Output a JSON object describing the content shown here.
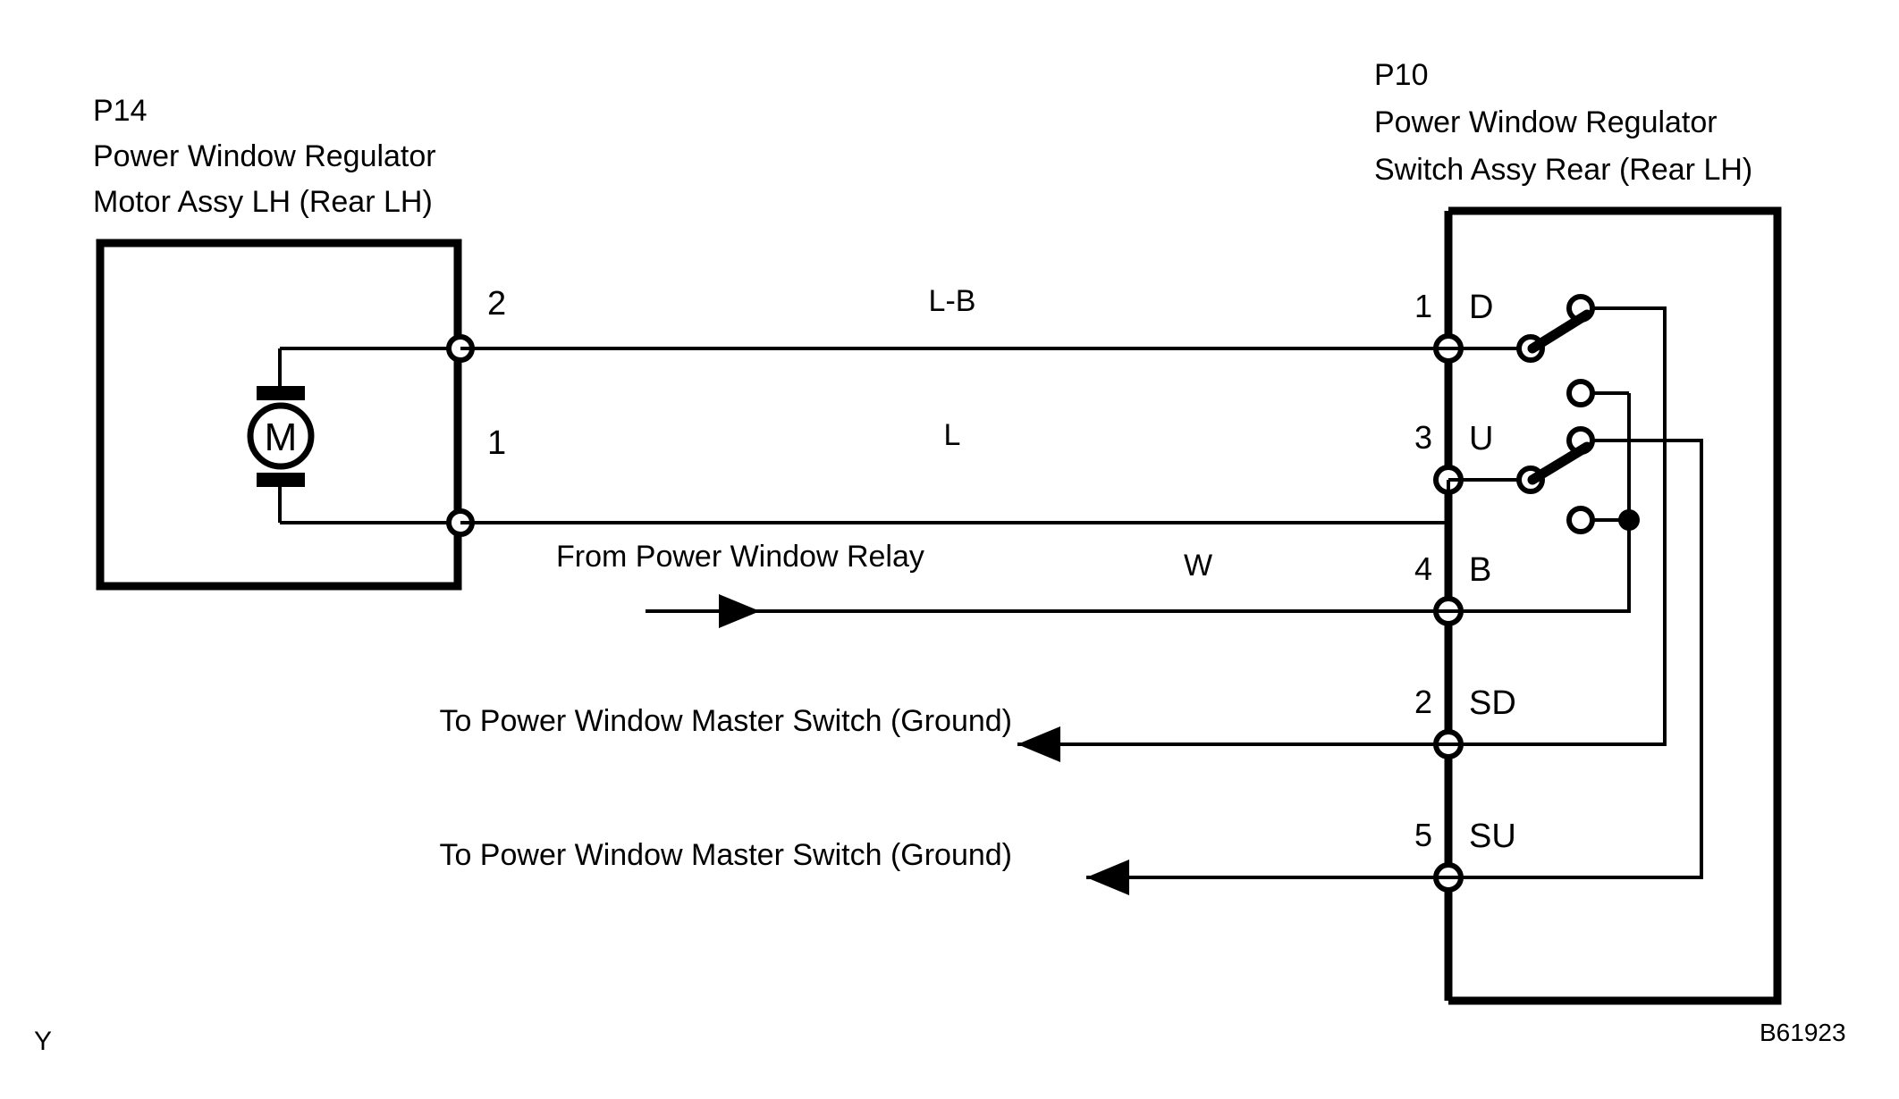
{
  "figure": {
    "id": "B61923",
    "sheet_code": "Y"
  },
  "components": {
    "motor": {
      "code": "P14",
      "name_line1": "Power Window Regulator",
      "name_line2": "Motor Assy LH (Rear LH)",
      "symbol": "M",
      "symbol_name": "dc-motor-symbol",
      "terminals": [
        {
          "number": "2",
          "label": ""
        },
        {
          "number": "1",
          "label": ""
        }
      ]
    },
    "switch": {
      "code": "P10",
      "name_line1": "Power Window Regulator",
      "name_line2": "Switch Assy Rear (Rear LH)",
      "terminals": [
        {
          "number": "1",
          "label": "D"
        },
        {
          "number": "3",
          "label": "U"
        },
        {
          "number": "4",
          "label": "B"
        },
        {
          "number": "2",
          "label": "SD"
        },
        {
          "number": "5",
          "label": "SU"
        }
      ]
    }
  },
  "wires": [
    {
      "label": "L-B",
      "from": "P14-2",
      "to": "P10-1"
    },
    {
      "label": "L",
      "from": "P14-1",
      "to": "P10-3"
    },
    {
      "label": "W",
      "from": "Power Window Relay",
      "to": "P10-4"
    }
  ],
  "references": [
    {
      "text": "From Power Window Relay",
      "direction": "in"
    },
    {
      "text": "To Power Window Master Switch (Ground)",
      "direction": "out"
    },
    {
      "text": "To Power Window Master Switch (Ground)",
      "direction": "out"
    }
  ],
  "colors": {
    "line": "#000000",
    "background": "#ffffff"
  }
}
